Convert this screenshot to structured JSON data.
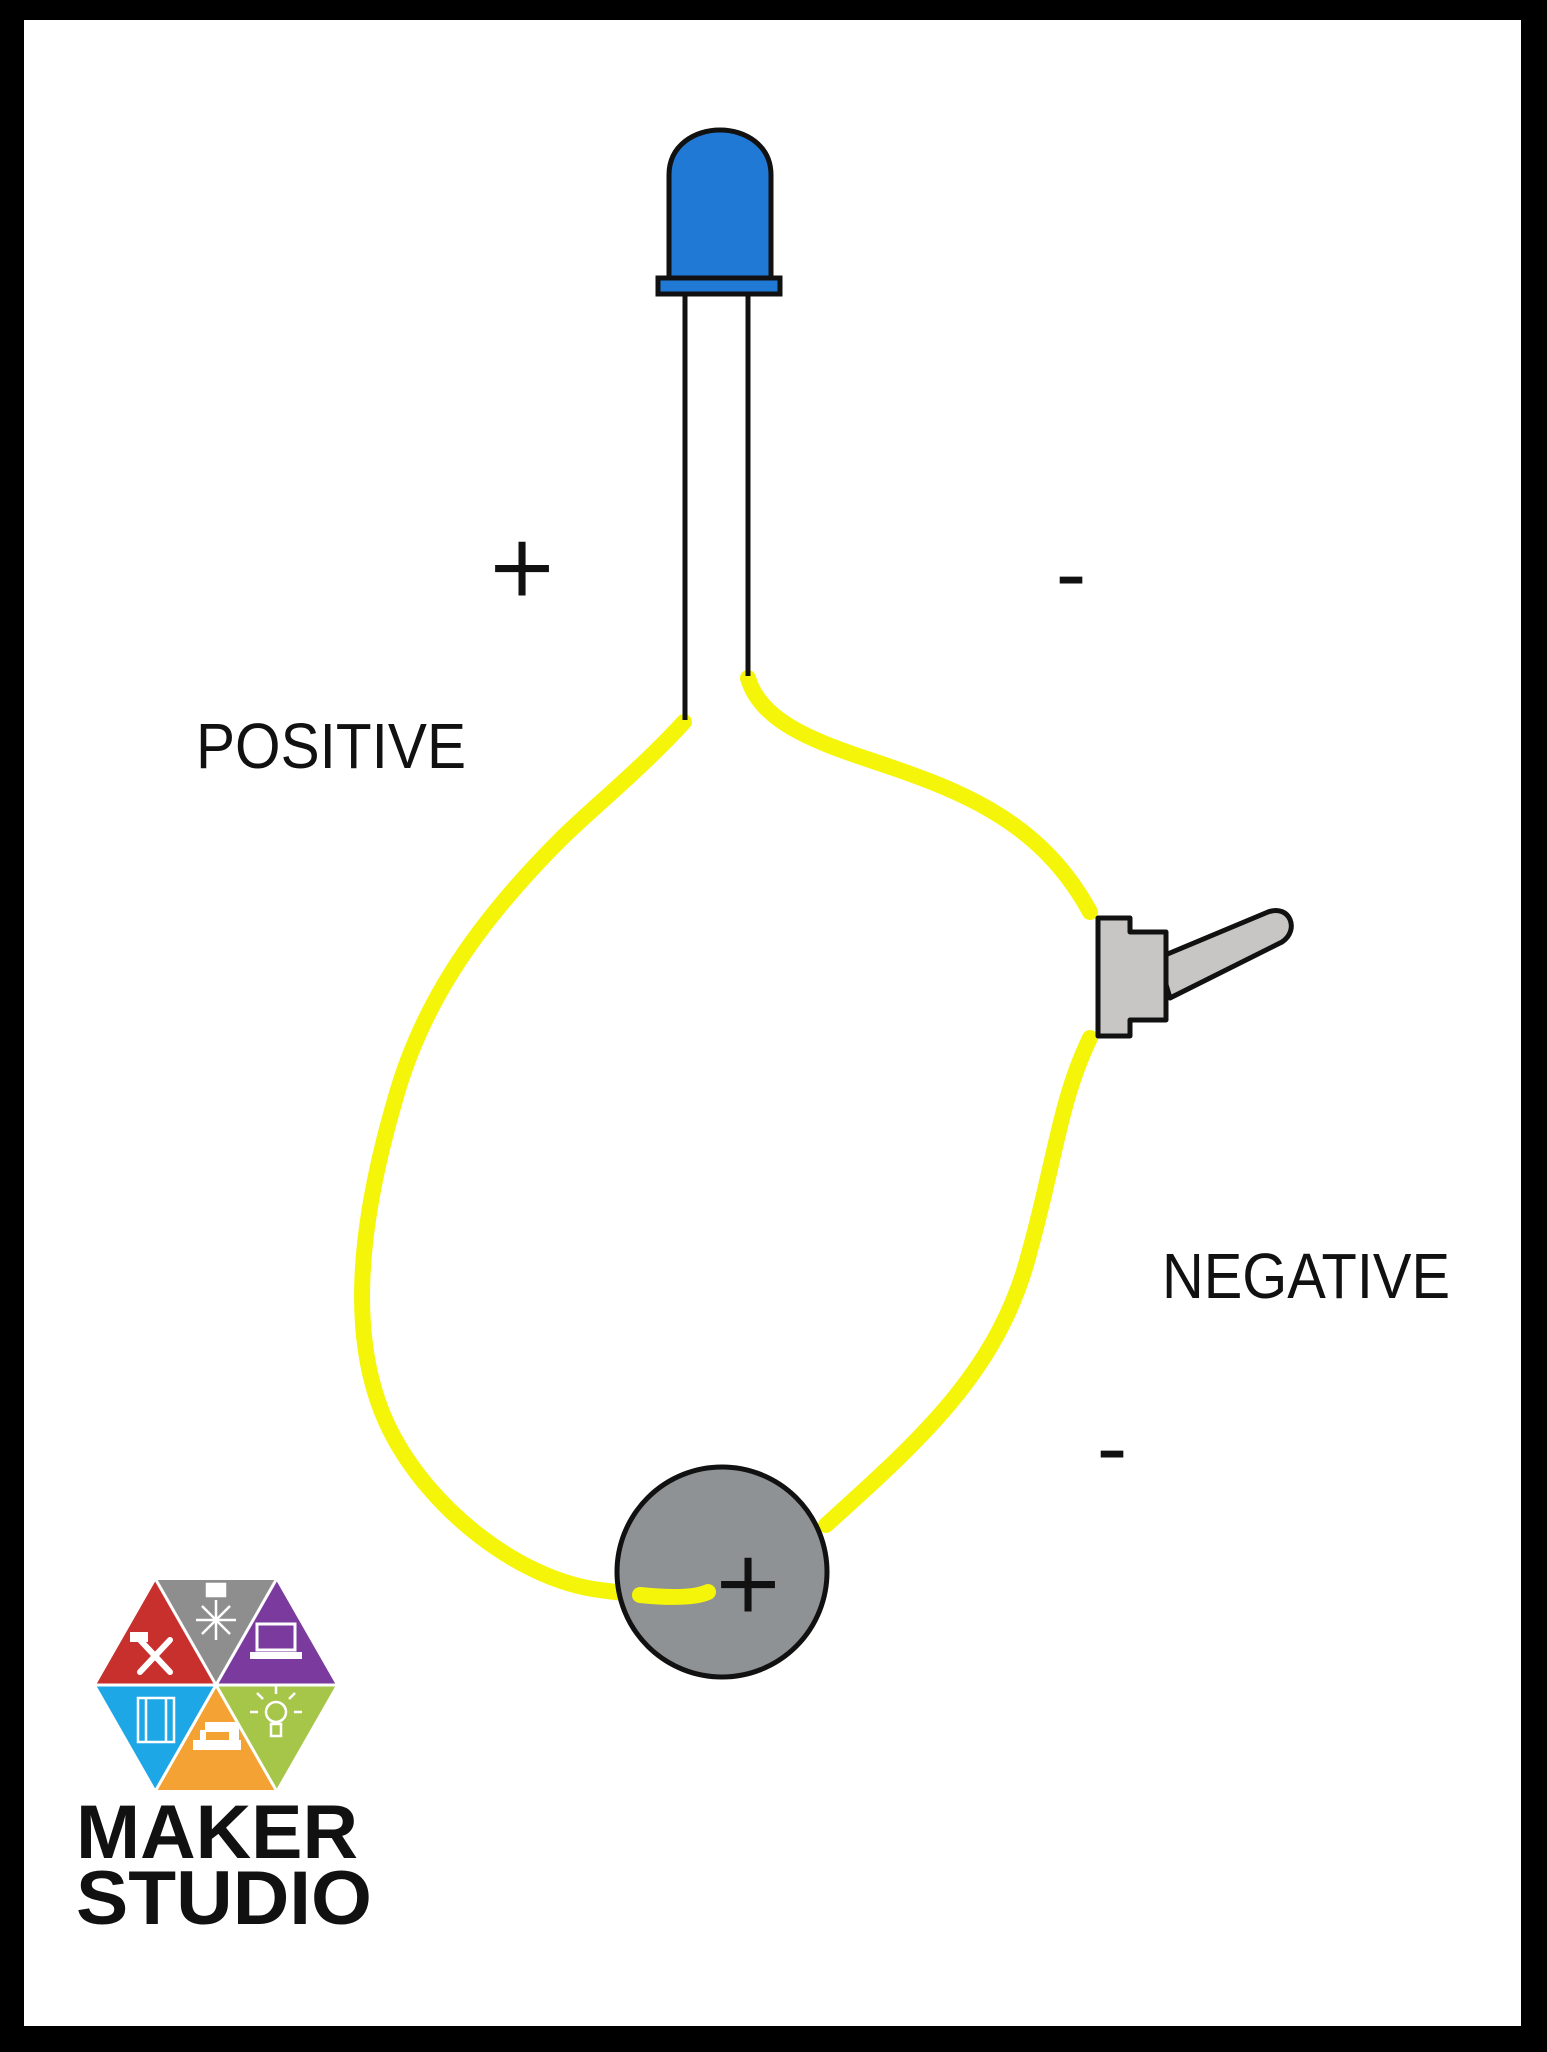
{
  "labels": {
    "positive": "POSITIVE",
    "negative": "NEGATIVE",
    "plus_sign": "+",
    "minus_sign_top": "-",
    "minus_sign_bottom": "-",
    "battery_plus": "+"
  },
  "logo": {
    "line1": "MAKER",
    "line2": "STUDIO"
  },
  "colors": {
    "border": "#000000",
    "background": "#ffffff",
    "wire": "#f5f50a",
    "led": "#2179d6",
    "switch": "#c8c6c4",
    "battery": "#8e9294",
    "logo_red": "#c8302e",
    "logo_gray": "#8e8e8e",
    "logo_purple": "#7b3a9e",
    "logo_blue": "#1ea7e6",
    "logo_orange": "#f3a233",
    "logo_green": "#a6c64a"
  },
  "components": [
    "led",
    "toggle-switch",
    "coin-battery",
    "wire"
  ]
}
